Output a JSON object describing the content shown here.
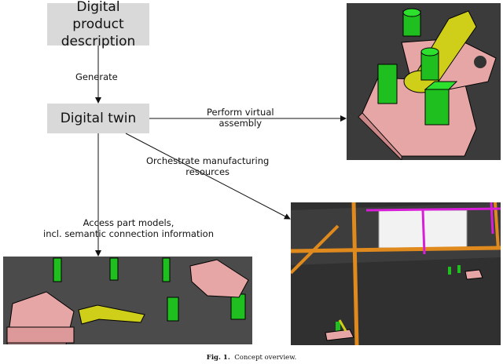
{
  "boxes": {
    "product_description": "Digital product description",
    "digital_twin": "Digital twin"
  },
  "labels": {
    "generate": "Generate",
    "perform_line1": "Perform virtual",
    "perform_line2": "assembly",
    "orchestrate_line1": "Orchestrate manufacturing",
    "orchestrate_line2": "resources",
    "access_line1": "Access part models,",
    "access_line2": "incl. semantic connection information"
  },
  "caption": {
    "fig": "Fig. 1.",
    "text": "Concept overview."
  },
  "colors": {
    "box_fill": "#d9d9d9",
    "part_green": "#1fbf1f",
    "part_pink": "#e7a6a6",
    "part_yellow": "#cfcf1a",
    "rail_orange": "#e08a1e",
    "rail_magenta": "#d81ed8"
  }
}
